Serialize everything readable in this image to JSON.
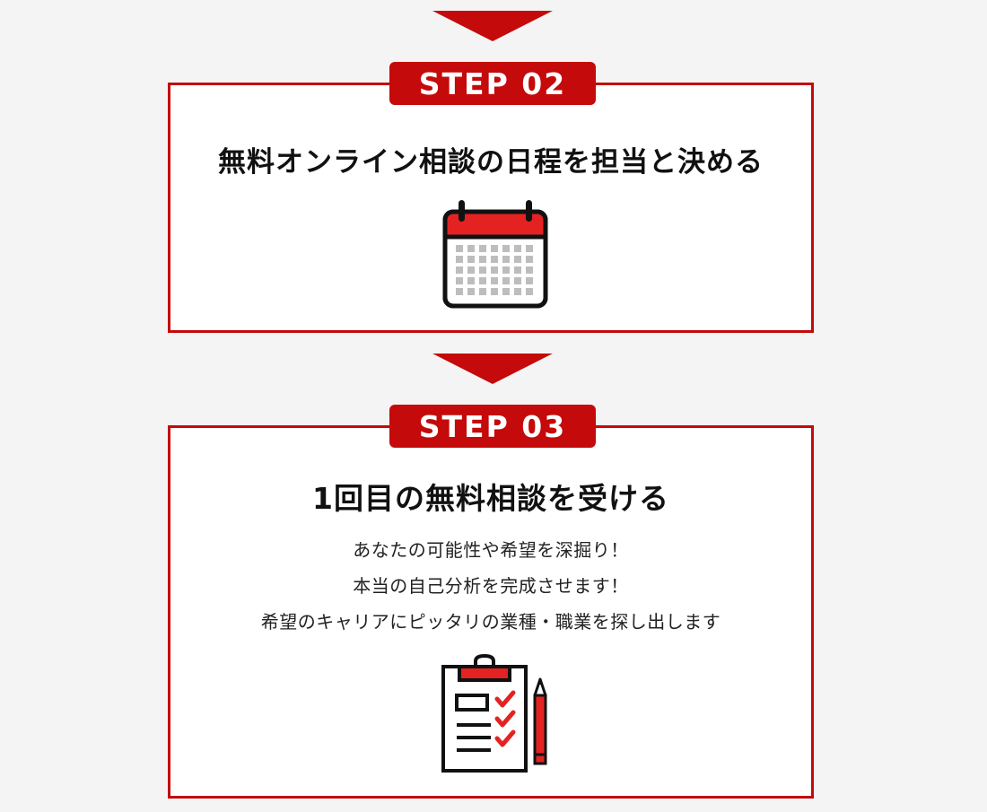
{
  "step2": {
    "badge": "STEP 02",
    "title": "無料オンライン相談の日程を担当と決める",
    "icon": "calendar-icon"
  },
  "step3": {
    "badge": "STEP 03",
    "title": "1回目の無料相談を受ける",
    "lines": [
      "あなたの可能性や希望を深掘り！",
      "本当の自己分析を完成させます！",
      "希望のキャリアにピッタリの業種・職業を探し出します"
    ],
    "icon": "checklist-clipboard-icon"
  },
  "colors": {
    "accent": "#c40a0a",
    "calendar_header": "#e52222",
    "background": "#f4f4f4"
  }
}
